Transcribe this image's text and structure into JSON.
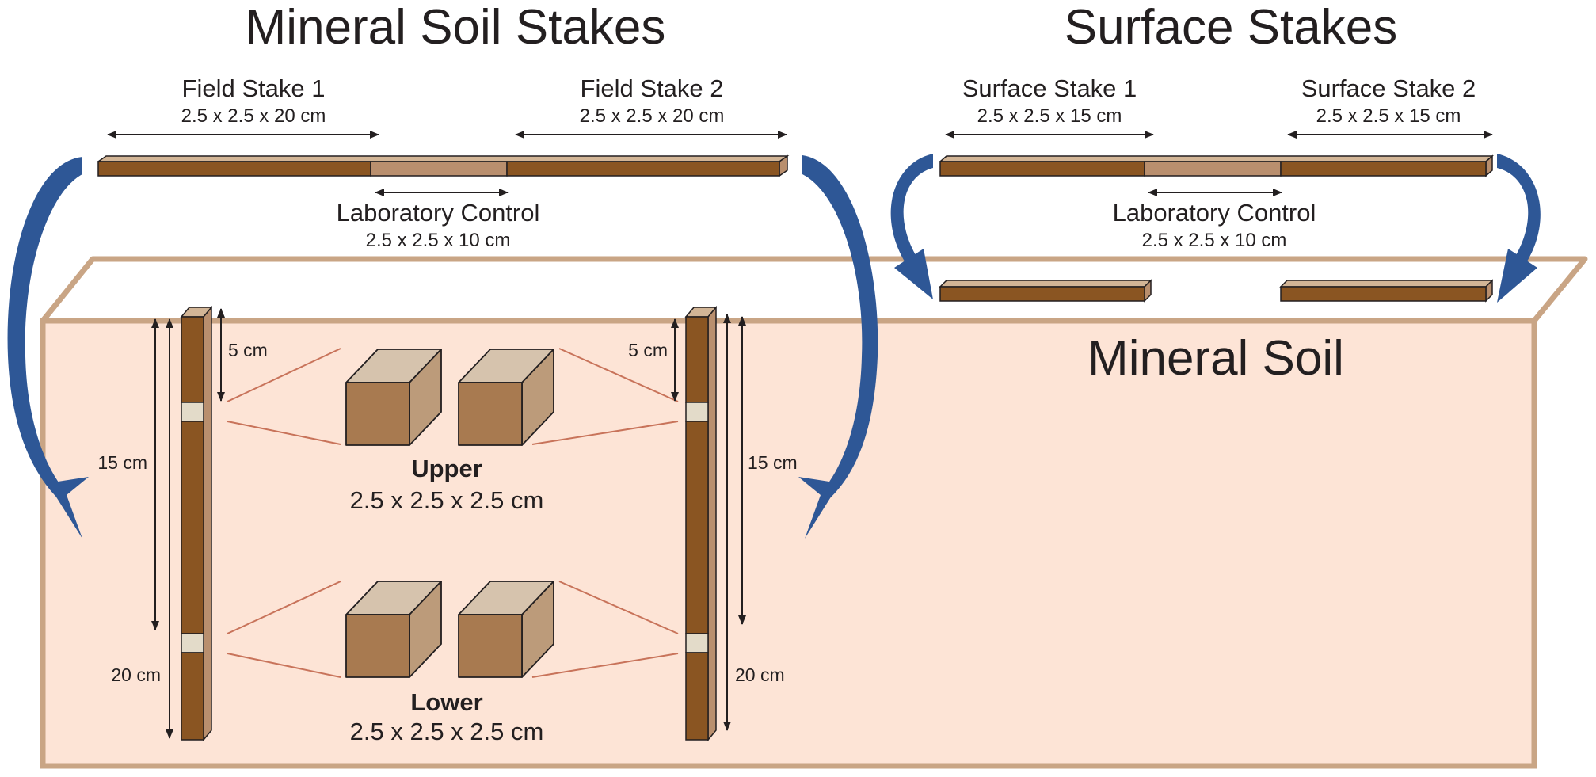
{
  "colors": {
    "stake_dark": "#8a5522",
    "stake_light": "#b98f6e",
    "stake_top": "#d2b596",
    "soil_fill": "#fde4d6",
    "soil_border": "#c9a585",
    "arrow_blue": "#2e5796",
    "sample_front": "#a87a50",
    "sample_side": "#bc9b7a",
    "sample_top": "#d6c3ad",
    "connector": "#c8735a"
  },
  "icons": [
    "blue-curved-arrow-icon",
    "double-headed-dimension-arrow-icon"
  ],
  "titles": {
    "mineral": "Mineral Soil Stakes",
    "surface": "Surface Stakes"
  },
  "mineral_top": {
    "field1": {
      "name": "Field Stake 1",
      "dims": "2.5 x 2.5 x 20 cm"
    },
    "field2": {
      "name": "Field Stake 2",
      "dims": "2.5 x 2.5 x 20 cm"
    },
    "control": {
      "name": "Laboratory Control",
      "dims": "2.5 x 2.5 x 10 cm"
    }
  },
  "surface_top": {
    "stake1": {
      "name": "Surface Stake 1",
      "dims": "2.5 x 2.5 x 15 cm"
    },
    "stake2": {
      "name": "Surface Stake 2",
      "dims": "2.5 x 2.5 x 15 cm"
    },
    "control": {
      "name": "Laboratory Control",
      "dims": "2.5 x 2.5 x 10 cm"
    }
  },
  "soil_label": "Mineral Soil",
  "measurements": {
    "depth_5": "5 cm",
    "depth_15": "15 cm",
    "depth_20": "20 cm"
  },
  "samples": {
    "upper": {
      "name": "Upper",
      "dims": "2.5 x 2.5 x 2.5 cm"
    },
    "lower": {
      "name": "Lower",
      "dims": "2.5 x 2.5 x 2.5 cm"
    }
  }
}
